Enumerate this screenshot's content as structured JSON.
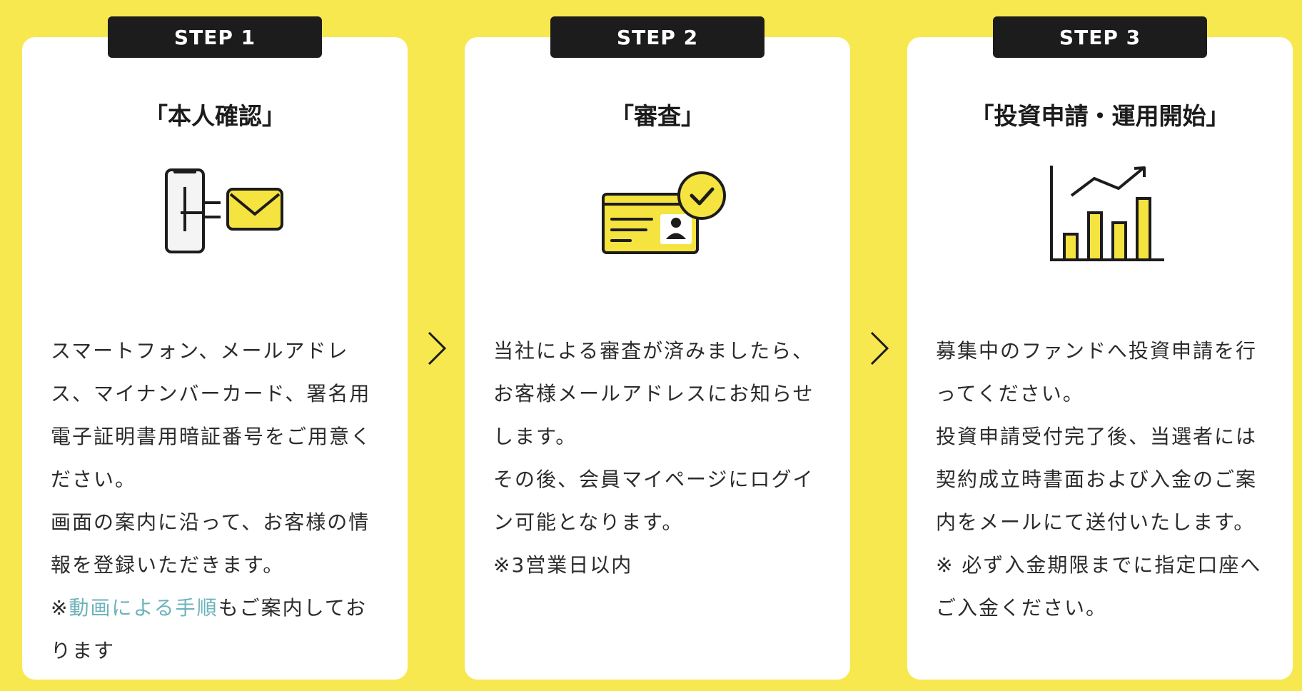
{
  "steps": [
    {
      "badge": "STEP 1",
      "title": "「本人確認」",
      "icon": "phone-and-mail-icon",
      "paragraphs": [
        "スマートフォン、メールアドレス、マイナンバーカード、署名用電子証明書用暗証番号をご用意ください。",
        "画面の案内に沿って、お客様の情報を登録いただきます。"
      ],
      "note_prefix": "※",
      "note_link": "動画による手順",
      "note_suffix": "もご案内しております"
    },
    {
      "badge": "STEP 2",
      "title": "「審査」",
      "icon": "id-card-check-icon",
      "paragraphs": [
        "当社による審査が済みましたら、お客様メールアドレスにお知らせします。",
        "その後、会員マイページにログイン可能となります。",
        "※3営業日以内"
      ]
    },
    {
      "badge": "STEP 3",
      "title": "「投資申請・運用開始」",
      "icon": "growth-chart-icon",
      "paragraphs": [
        "募集中のファンドへ投資申請を行ってください。",
        "投資申請受付完了後、当選者には契約成立時書面および入金のご案内をメールにて送付いたします。",
        "※ 必ず入金期限までに指定口座へご入金ください。"
      ]
    }
  ],
  "colors": {
    "background": "#f8e84f",
    "accent_yellow": "#f5e33f",
    "badge": "#1c1c1c",
    "link": "#6db3bb"
  }
}
